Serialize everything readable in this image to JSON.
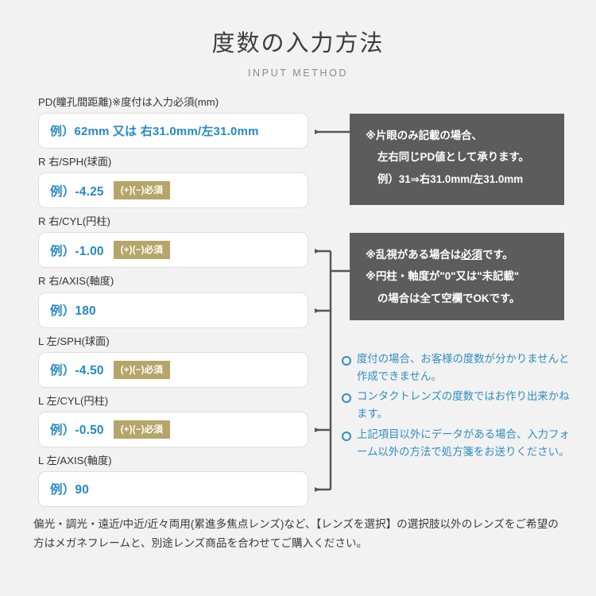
{
  "header": {
    "title": "度数の入力方法",
    "subtitle": "INPUT METHOD"
  },
  "colors": {
    "background": "#f2f2f2",
    "placeholder_blue": "#2589c4",
    "badge_gold": "#b5a569",
    "callout_gray": "#5c5c5c",
    "note_blue": "#2d8ec4",
    "connector_gray": "#555555"
  },
  "form": {
    "fields": [
      {
        "label": "PD(瞳孔間距離)※度付は入力必須(mm)",
        "placeholder": "例）62mm 又は 右31.0mm/左31.0mm",
        "badge": "",
        "name": "pd"
      },
      {
        "label": "R 右/SPH(球面)",
        "placeholder": "例）-4.25",
        "badge": "(+)(−)必須",
        "name": "r-sph"
      },
      {
        "label": "R 右/CYL(円柱)",
        "placeholder": "例）-1.00",
        "badge": "(+)(−)必須",
        "name": "r-cyl"
      },
      {
        "label": "R 右/AXIS(軸度)",
        "placeholder": "例）180",
        "badge": "",
        "name": "r-axis"
      },
      {
        "label": "L 左/SPH(球面)",
        "placeholder": "例）-4.50",
        "badge": "(+)(−)必須",
        "name": "l-sph"
      },
      {
        "label": "L 左/CYL(円柱)",
        "placeholder": "例）-0.50",
        "badge": "(+)(−)必須",
        "name": "l-cyl"
      },
      {
        "label": "L 左/AXIS(軸度)",
        "placeholder": "例）90",
        "badge": "",
        "name": "l-axis"
      }
    ]
  },
  "callouts": {
    "pd_note": {
      "line1": "※片眼のみ記載の場合、",
      "line2": "左右同じPD値として承ります。",
      "line3": "例）31⇒右31.0mm/左31.0mm"
    },
    "astigmatism_note": {
      "line1_pre": "※乱視がある場合は",
      "line1_underline": "必須",
      "line1_post": "です。",
      "line2": "※円柱・軸度が\"0\"又は\"未記載\"",
      "line3": "の場合は全て空欄でOKです。"
    }
  },
  "notes": [
    "度付の場合、お客様の度数が分かりませんと作成できません。",
    "コンタクトレンズの度数ではお作り出来かねます。",
    "上記項目以外にデータがある場合、入力フォーム以外の方法で処方箋をお送りください。"
  ],
  "footer": {
    "text": "偏光・調光・遠近/中近/近々両用(累進多焦点レンズ)など、【レンズを選択】の選択肢以外のレンズをご希望の方はメガネフレームと、別途レンズ商品を合わせてご購入ください。"
  }
}
